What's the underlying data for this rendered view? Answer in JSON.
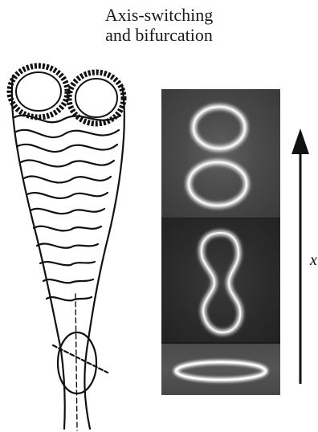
{
  "title": {
    "line1": "Axis-switching",
    "line2": "and bifurcation"
  },
  "axis": {
    "label": "x"
  },
  "colors": {
    "ink": "#111111",
    "photo_bg_dark": "#2b2b2b",
    "photo_glow": "#e8e8e8"
  },
  "photos": [
    {
      "stage": "bifurcated",
      "description_icon": "two-ring-cross-section"
    },
    {
      "stage": "pinching",
      "description_icon": "dumbbell-cross-section"
    },
    {
      "stage": "initial-ellipse",
      "description_icon": "ellipse-cross-section"
    }
  ]
}
